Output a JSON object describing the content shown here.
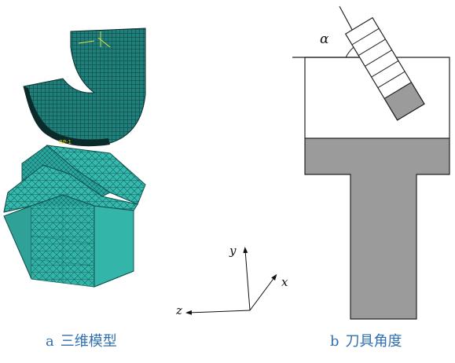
{
  "panel_a": {
    "letter": "a",
    "caption": "三维模型",
    "rp_label": "RP-1"
  },
  "panel_b": {
    "letter": "b",
    "caption": "刀具角度",
    "angle_symbol": "α"
  },
  "axes": {
    "x": "x",
    "y": "y",
    "z": "z"
  },
  "colors": {
    "mesh_teal": "#2fb3a8",
    "mesh_dark": "#1d7b78",
    "wheel_dark": "#0e3b3b",
    "tool_gray": "#9b9b9b",
    "caption_blue": "#2f6fb0"
  }
}
